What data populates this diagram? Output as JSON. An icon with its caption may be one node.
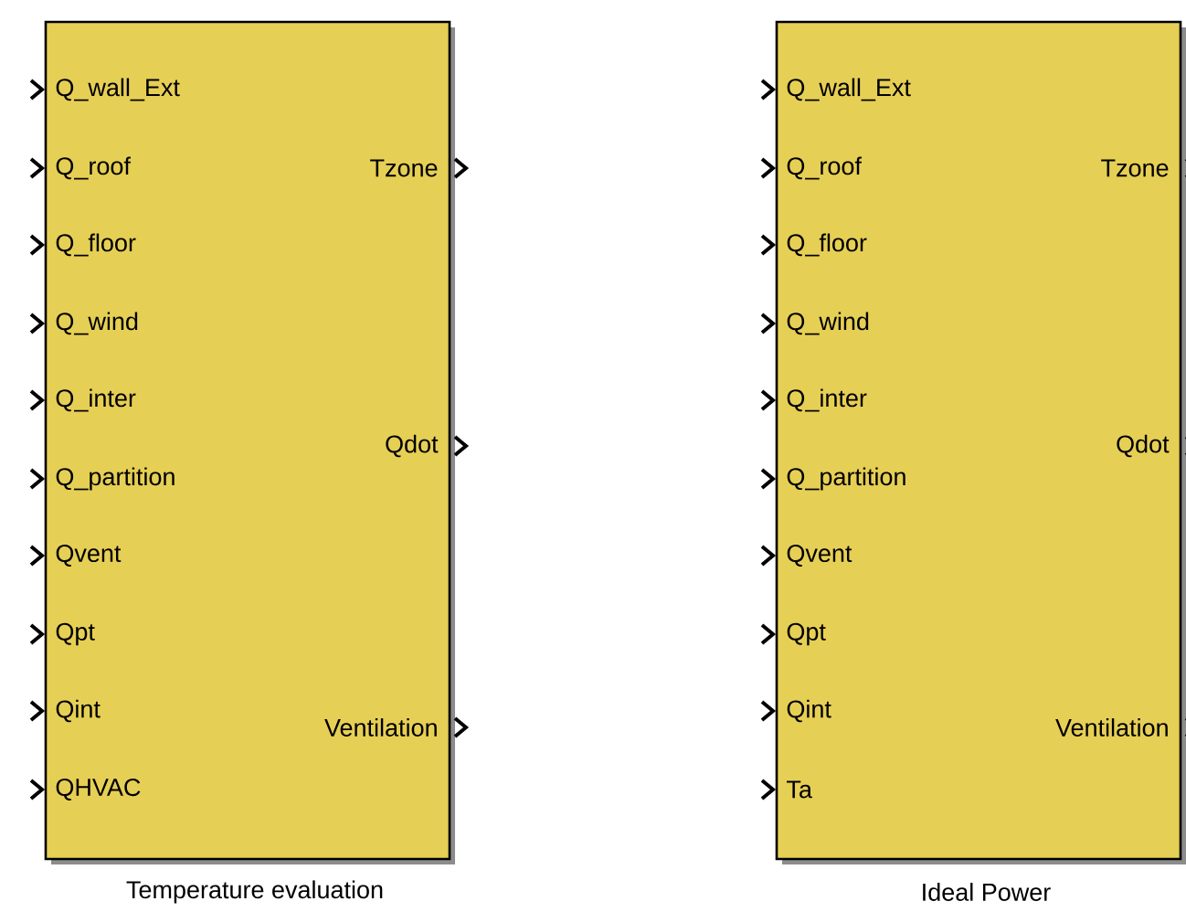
{
  "diagram": {
    "nodes": [
      {
        "text": [
          "Q_wall_Ext",
          "Q_roof",
          "Q_floor",
          "Q_wind",
          "Q_inter",
          "Q_partition",
          "Qvent",
          "Qpt",
          "Qint",
          "QHVAC",
          "Tzone",
          "Qdot",
          "Ventilation"
        ],
        "beside": [
          "Temperature evaluation"
        ]
      },
      {
        "text": [
          "Q_wall_Ext",
          "Q_roof",
          "Q_floor",
          "Q_wind",
          "Q_inter",
          "Q_partition",
          "Qvent",
          "Qpt",
          "Qint",
          "Ta",
          "Tzone",
          "Qdot",
          "Ventilation"
        ],
        "beside": [
          "Ideal Power"
        ]
      }
    ]
  }
}
